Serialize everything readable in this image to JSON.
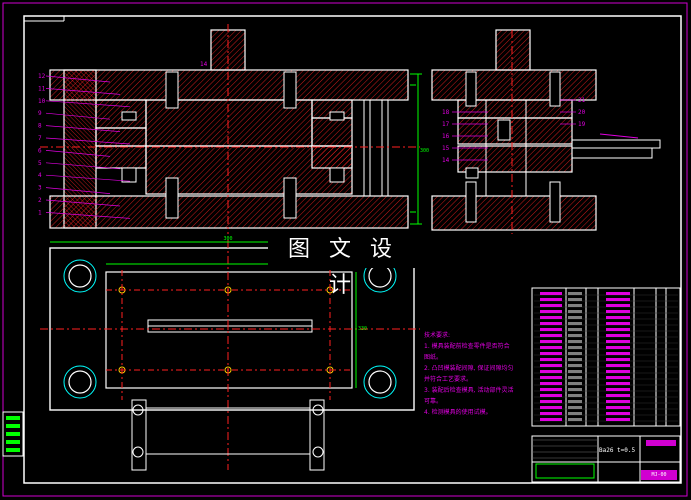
{
  "colors": {
    "border": "#ffffff",
    "inner_border": "#d000d0",
    "part_outline": "#ffffff",
    "hatch": "#ff2020",
    "center_line": "#ff2020",
    "dimension": "#00ff00",
    "leader": "#e000e0",
    "hole_circle": "#00ffff",
    "table_text": "#e000e0"
  },
  "drawing": {
    "watermark": "图 文 设 计",
    "dimension_300": "300",
    "dimension_width": "330",
    "dimension_side": "300"
  },
  "front_view": {
    "part_numbers_left": [
      "12",
      "11",
      "10",
      "9",
      "8",
      "7",
      "6",
      "5",
      "4",
      "3",
      "2",
      "1"
    ],
    "part_number_top": "14",
    "part_numbers_side": [
      "18",
      "17",
      "16",
      "15",
      "14"
    ],
    "part_numbers_side_right": [
      "21",
      "20",
      "19"
    ]
  },
  "tech_notes": {
    "title": "技术要求:",
    "items": [
      "1. 模具装配前检查零件是否符合",
      "图纸。",
      "2. 凸凹模装配间隙, 保证间隙均匀",
      "并符合工艺要求。",
      "3. 装配后检查模具, 活动部件灵活",
      "可靠。",
      "4. 检测模具的使用试模。"
    ]
  },
  "title_block": {
    "part_info": "Ba26 t=0.5",
    "drawing_no": "MJ-00"
  }
}
